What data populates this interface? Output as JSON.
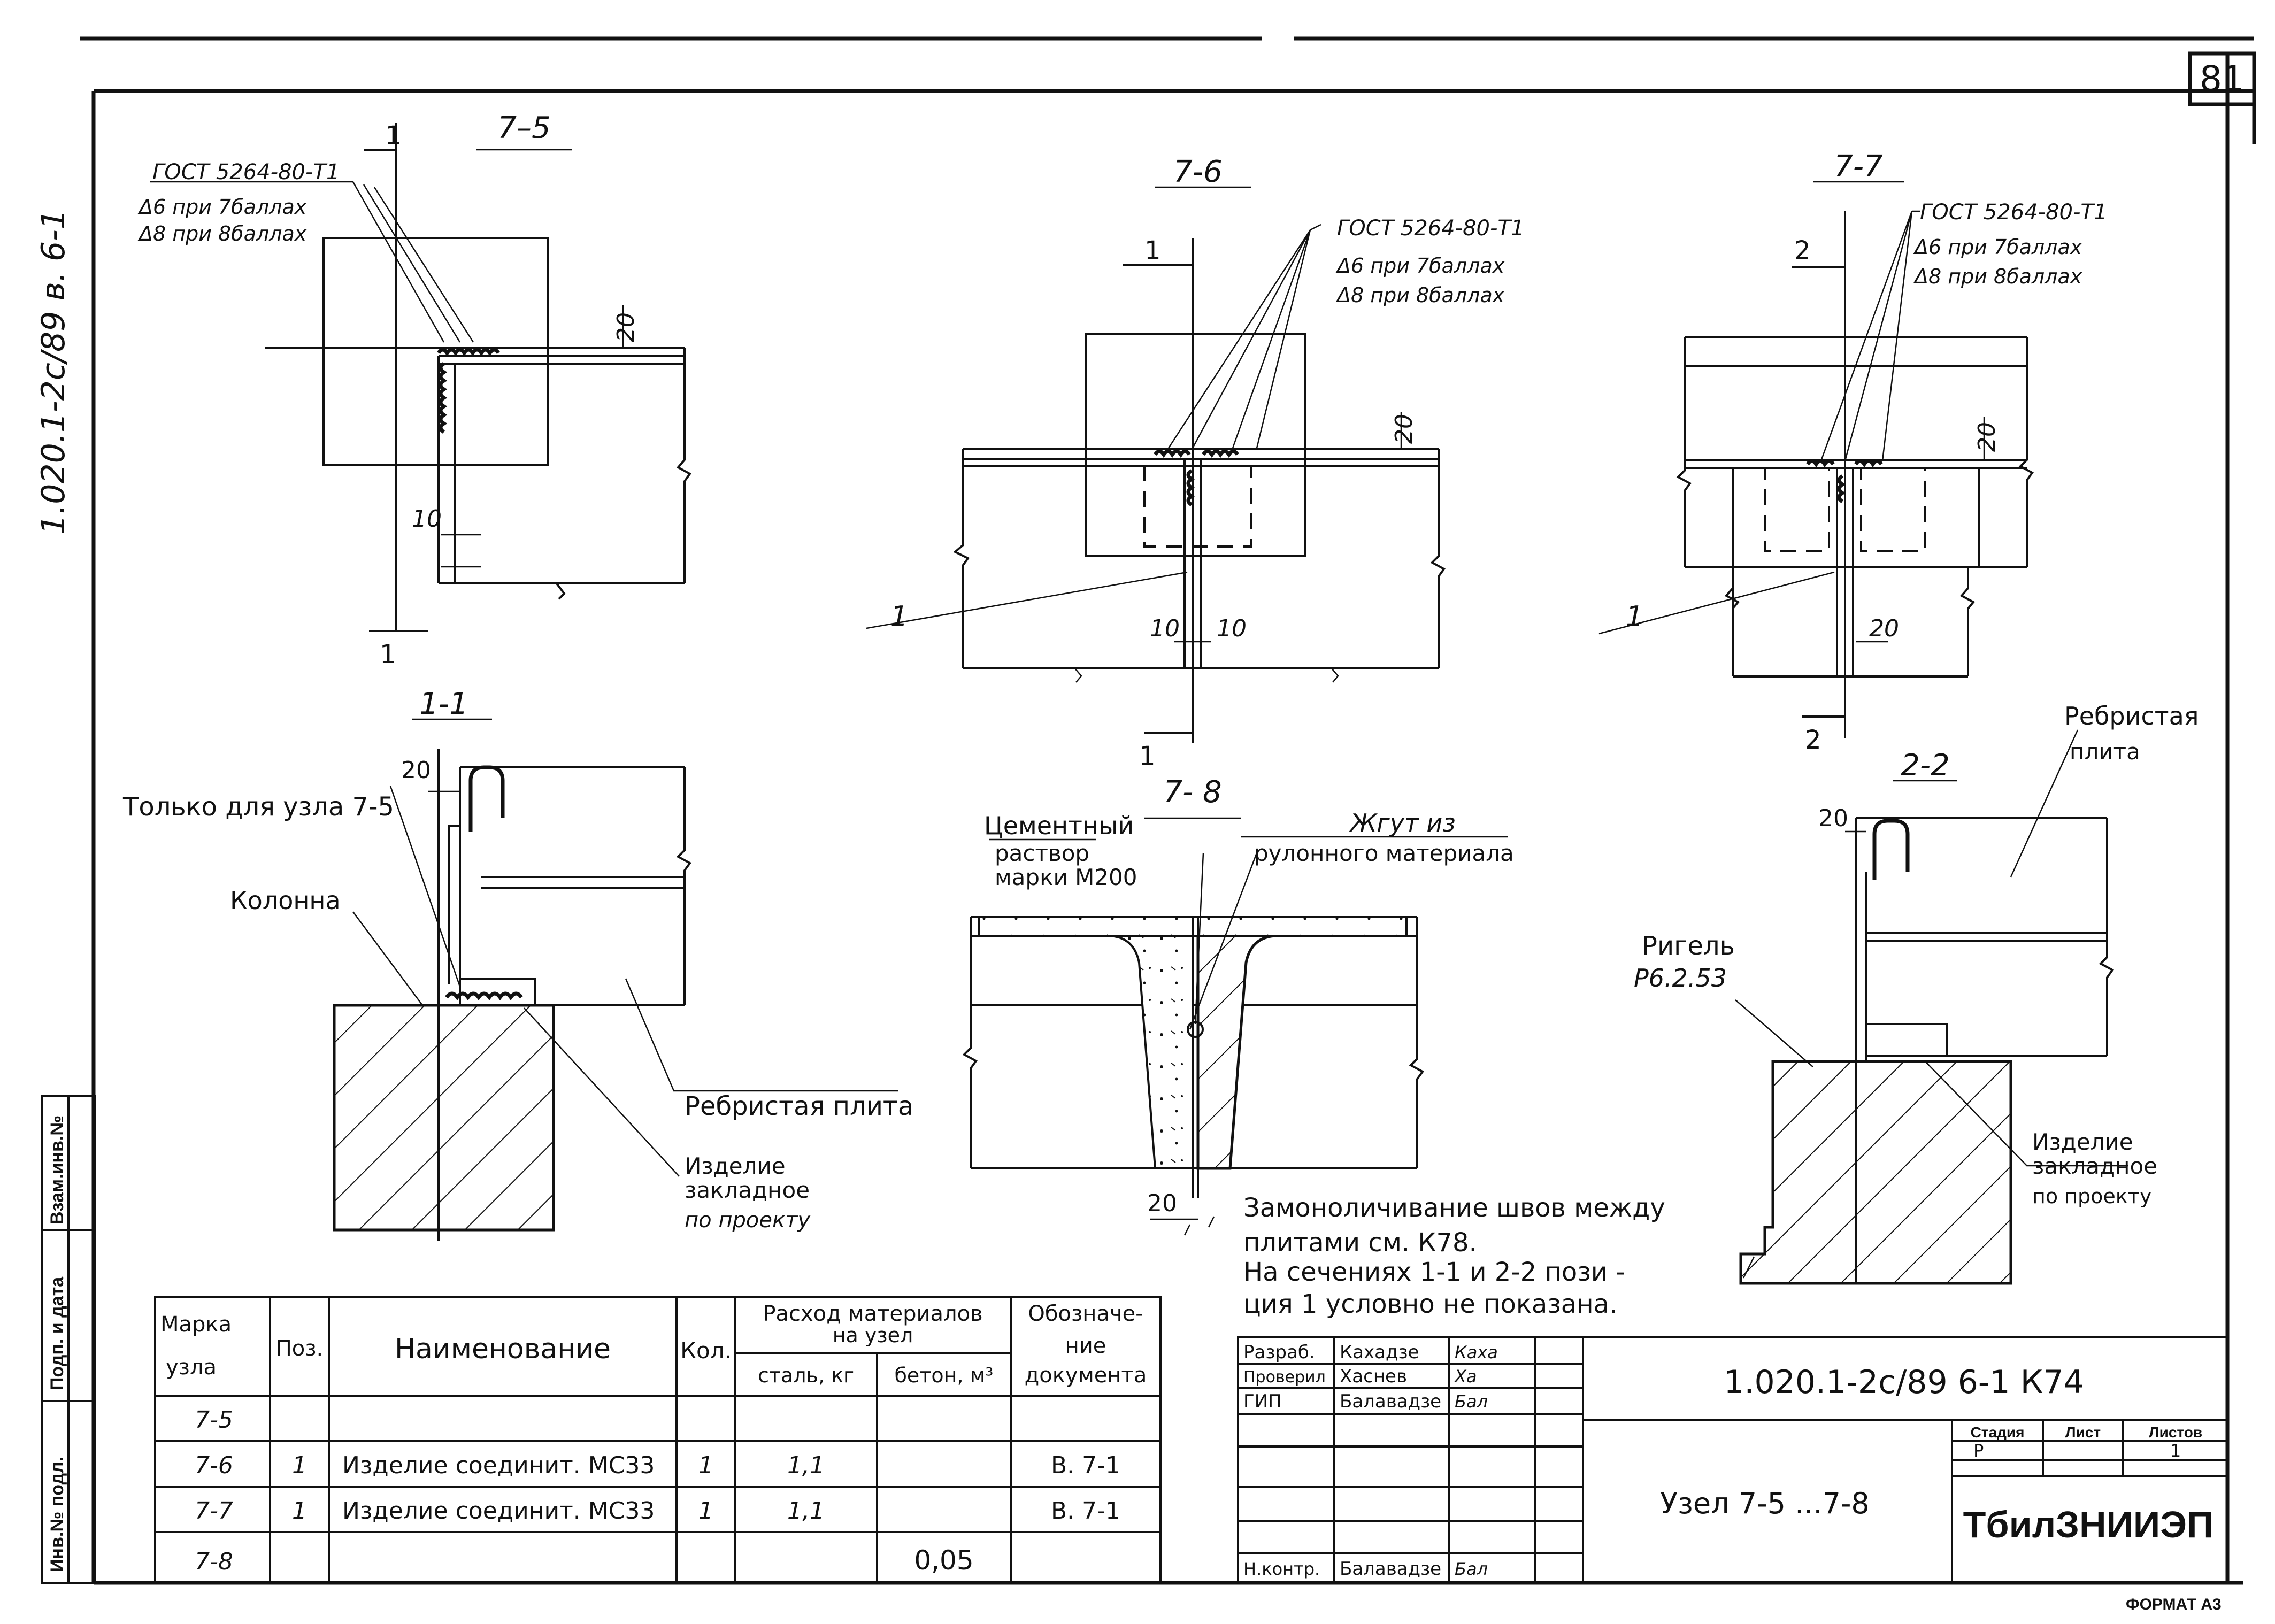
{
  "sheet": {
    "page_number": "81",
    "side_code": "1.020.1-2с/89  в. 6-1",
    "format": "ФОРМАТ А3",
    "side_stamp": [
      "Взам.инв.№",
      "Подп. и дата",
      "Инв.№ подл."
    ]
  },
  "node_75": {
    "title": "7–5",
    "weld_note": [
      "ГОСТ 5264-80-Т1",
      "Δ6 при 7баллах",
      "Δ8 при 8баллах"
    ],
    "dim_20": "20",
    "dim_10": "10",
    "section_mark": "1"
  },
  "node_76": {
    "title": "7-6",
    "weld_note": [
      "ГОСТ 5264-80-Т1",
      "Δ6 при 7баллах",
      "Δ8 при 8баллах"
    ],
    "dim_20": "20",
    "dim_10a": "10",
    "dim_10b": "10",
    "section_mark": "1",
    "pos": "1"
  },
  "node_77": {
    "title": "7-7",
    "weld_note": [
      "ГОСТ 5264-80-Т1",
      "Δ6 при 7баллах",
      "Δ8 при 8баллах"
    ],
    "dim_20a": "20",
    "dim_20b": "20",
    "section_mark": "2",
    "pos": "1"
  },
  "section_11": {
    "title": "1-1",
    "dim_20": "20",
    "only_for": "Только для узла 7-5",
    "column": "Колонна",
    "ribbed_slab": "Ребристая плита",
    "embedded": [
      "Изделие",
      "закладное",
      "по проекту"
    ]
  },
  "node_78": {
    "title": "7- 8",
    "mortar": [
      "Цементный",
      "раствор",
      "марки М200"
    ],
    "tow": [
      "Жгут из",
      "рулонного материала"
    ],
    "dim_20": "20"
  },
  "section_22": {
    "title": "2-2",
    "dim_20": "20",
    "ribbed_slab": [
      "Ребристая",
      "плита"
    ],
    "girder": [
      "Ригель",
      "Р6.2.53"
    ],
    "embedded": [
      "Изделие",
      "закладное",
      "по проекту"
    ]
  },
  "notes": [
    "Замоноличивание швов между",
    "плитами см. К78.",
    "На сечениях 1-1 и 2-2 пози -",
    "ция 1 условно не показана."
  ],
  "spec_table": {
    "headers": {
      "mark": [
        "Марка",
        "узла"
      ],
      "pos": "Поз.",
      "name": "Наименование",
      "qty": "Кол.",
      "consumption": [
        "Расход материалов",
        "на узел"
      ],
      "steel": "сталь, кг",
      "concrete": "бетон, м³",
      "designation": [
        "Обозначе-",
        "ние",
        "документа"
      ]
    },
    "rows": [
      {
        "mark": "7-5",
        "pos": "",
        "name": "",
        "qty": "",
        "steel": "",
        "concrete": "",
        "doc": ""
      },
      {
        "mark": "7-6",
        "pos": "1",
        "name": "Изделие соединит. МС33",
        "qty": "1",
        "steel": "1,1",
        "concrete": "",
        "doc": "В. 7-1"
      },
      {
        "mark": "7-7",
        "pos": "1",
        "name": "Изделие соединит. МС33",
        "qty": "1",
        "steel": "1,1",
        "concrete": "",
        "doc": "В. 7-1"
      },
      {
        "mark": "7-8",
        "pos": "",
        "name": "",
        "qty": "",
        "steel": "",
        "concrete": "0,05",
        "doc": ""
      }
    ]
  },
  "title_block": {
    "code": "1.020.1-2с/89   6-1   К74",
    "name": "Узел 7-5 ...7-8",
    "org": "ТбилЗНИИЭП",
    "stage_label": "Стадия",
    "sheet_label": "Лист",
    "sheets_label": "Листов",
    "stage": "Р",
    "sheets": "1",
    "signers": [
      {
        "role": "Разраб.",
        "name": "Кахадзе",
        "sign": "Каха"
      },
      {
        "role": "Проверил",
        "name": "Хаснев",
        "sign": "Ха"
      },
      {
        "role": "ГИП",
        "name": "Балавадзе",
        "sign": "Бал"
      },
      {
        "role": "",
        "name": "",
        "sign": ""
      },
      {
        "role": "",
        "name": "",
        "sign": ""
      },
      {
        "role": "",
        "name": "",
        "sign": ""
      },
      {
        "role": "Н.контр.",
        "name": "Балавадзе",
        "sign": "Бал"
      }
    ]
  }
}
